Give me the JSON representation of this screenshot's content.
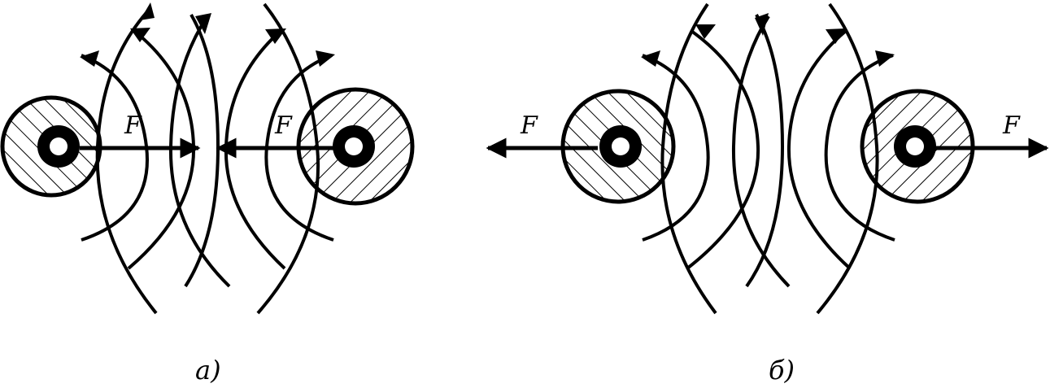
{
  "figure": {
    "panel_a": {
      "caption": "a)",
      "force_left": "F",
      "force_right": "F"
    },
    "panel_b": {
      "caption": "б)",
      "force_left": "F",
      "force_right": "F"
    }
  },
  "colors": {
    "ink": "#000000",
    "background": "#ffffff"
  }
}
